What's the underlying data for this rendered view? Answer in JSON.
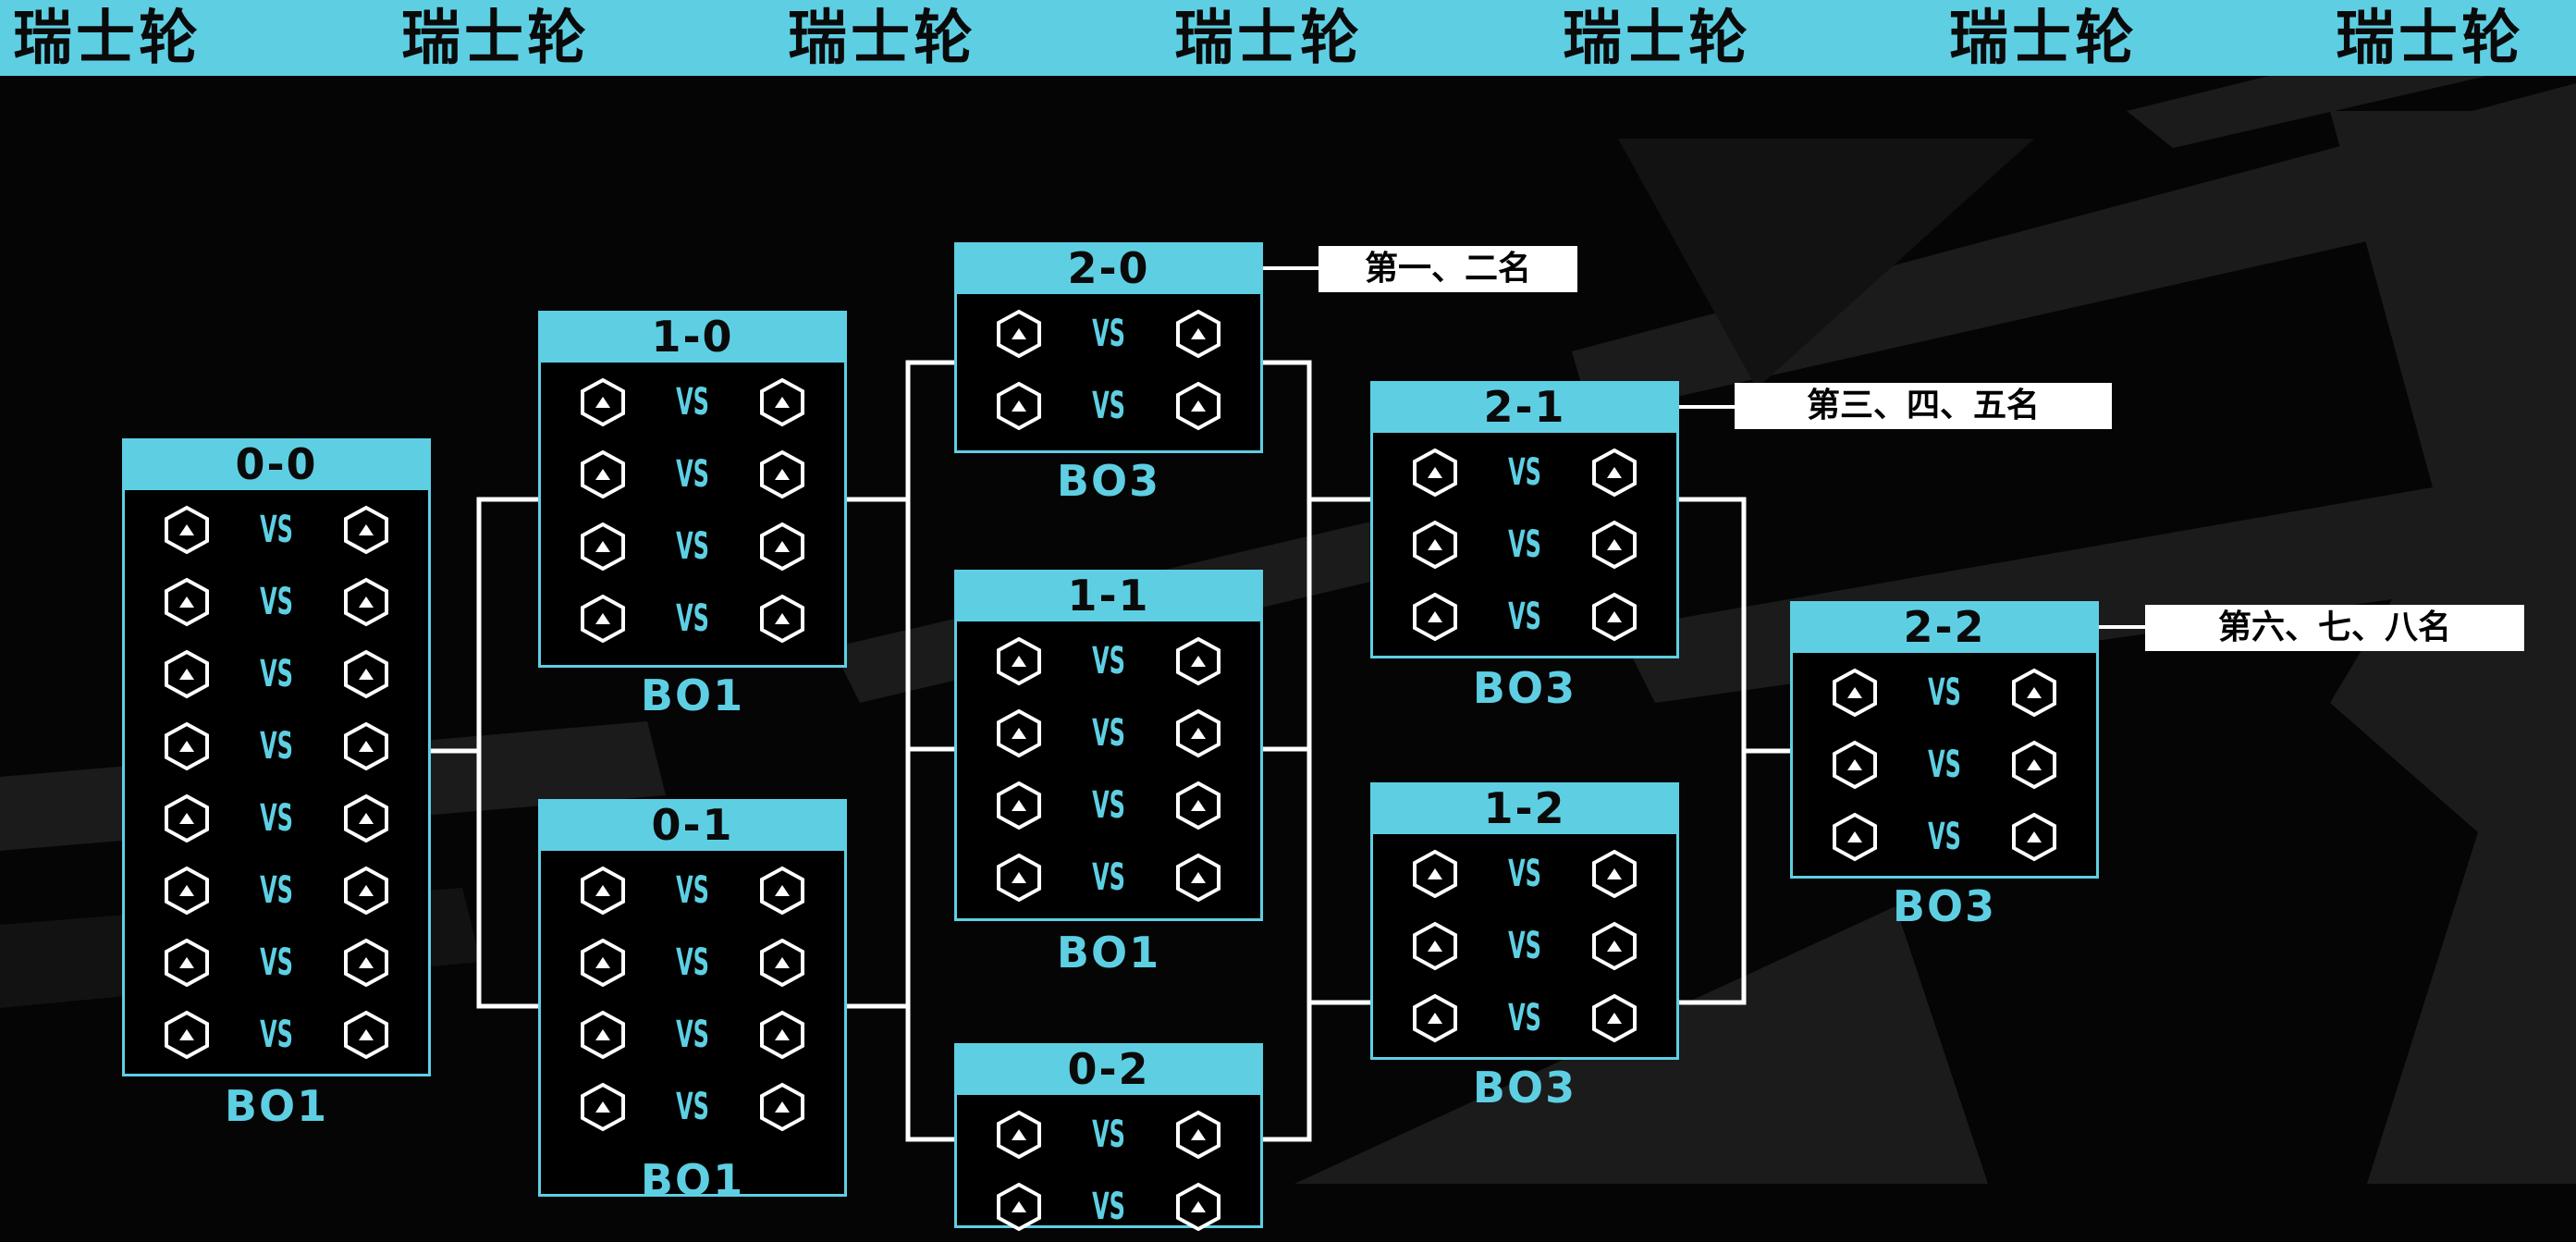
{
  "banner": {
    "items": [
      "瑞士轮",
      "瑞士轮",
      "瑞士轮",
      "瑞士轮",
      "瑞士轮",
      "瑞士轮",
      "瑞士轮"
    ]
  },
  "colors": {
    "accent": "#5ecfe3",
    "background": "#050505",
    "connector": "#ffffff"
  },
  "vs_label": "VS",
  "team_icon": "hexagon-team-icon",
  "groups": [
    {
      "id": "g-0-0",
      "record": "0-0",
      "format": "BO1",
      "matches": 8
    },
    {
      "id": "g-1-0",
      "record": "1-0",
      "format": "BO1",
      "matches": 4
    },
    {
      "id": "g-0-1",
      "record": "0-1",
      "format": "BO1",
      "matches": 4
    },
    {
      "id": "g-2-0",
      "record": "2-0",
      "format": "BO3",
      "matches": 2
    },
    {
      "id": "g-1-1",
      "record": "1-1",
      "format": "BO1",
      "matches": 4
    },
    {
      "id": "g-0-2",
      "record": "0-2",
      "format": "",
      "matches": 2
    },
    {
      "id": "g-2-1",
      "record": "2-1",
      "format": "BO3",
      "matches": 3
    },
    {
      "id": "g-1-2",
      "record": "1-2",
      "format": "BO3",
      "matches": 3
    },
    {
      "id": "g-2-2",
      "record": "2-2",
      "format": "BO3",
      "matches": 3
    }
  ],
  "placements": [
    {
      "id": "p-1-2",
      "label": "第一、二名"
    },
    {
      "id": "p-3-5",
      "label": "第三、四、五名"
    },
    {
      "id": "p-6-8",
      "label": "第六、七、八名"
    }
  ]
}
